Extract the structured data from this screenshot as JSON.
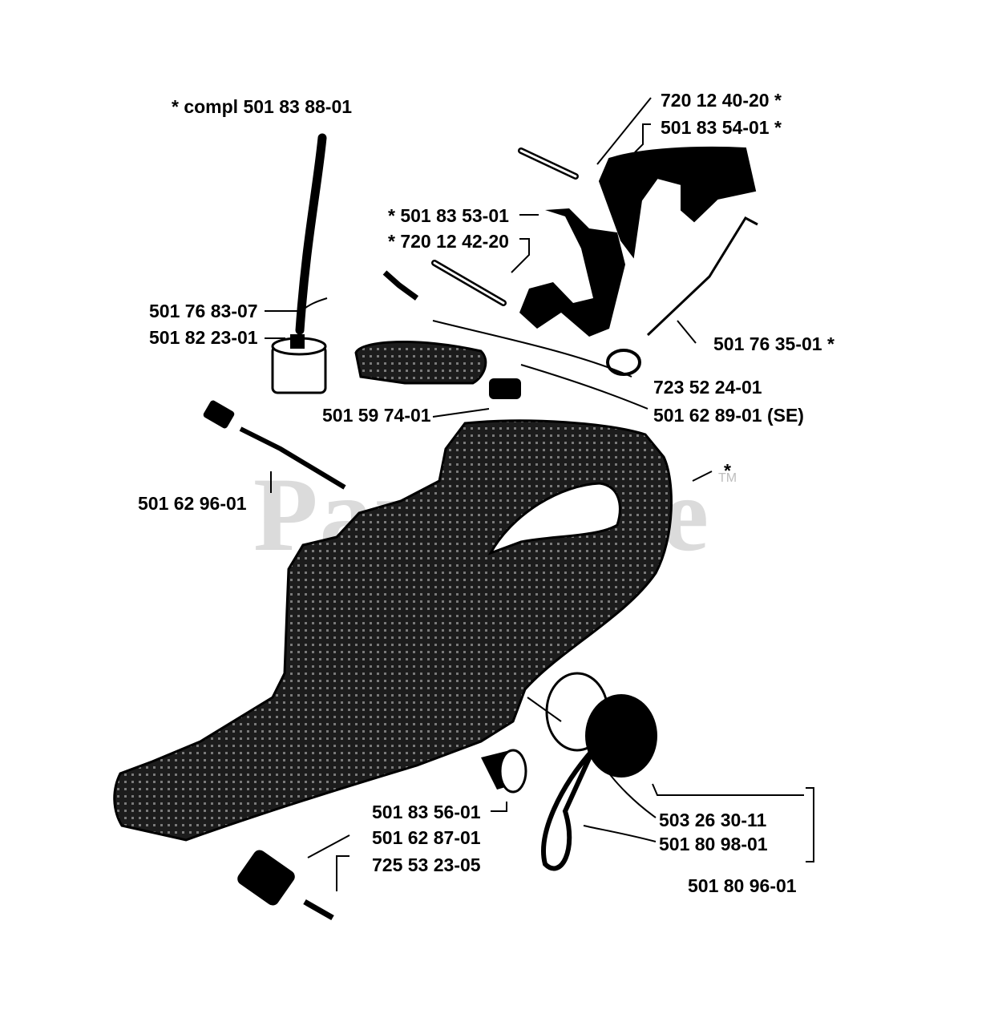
{
  "colors": {
    "ink": "#000000",
    "watermark": "#cfcfcf",
    "background": "#ffffff"
  },
  "watermark": {
    "text": "PartsTree",
    "trademark": "TM"
  },
  "labels": {
    "compl": "*  compl 501 83 88-01",
    "p720_12_40_20": "720 12 40-20  *",
    "p501_83_54_01": "501 83 54-01  *",
    "p501_83_53_01": "*  501 83 53-01",
    "p720_12_42_20": "*  720 12 42-20",
    "p501_76_83_07": "501 76 83-07",
    "p501_82_23_01": "501 82 23-01",
    "p501_76_35_01": "501 76 35-01  *",
    "p723_52_24_01": "723 52 24-01",
    "p501_59_74_01": "501 59 74-01",
    "p501_62_89_01": "501 62 89-01 (SE)",
    "p501_62_96_01": "501 62 96-01",
    "star": "*",
    "p501_83_56_01": "501 83 56-01",
    "p501_62_87_01": "501 62 87-01",
    "p725_53_23_05": "725 53 23-05",
    "p503_26_30_11": "503 26 30-11",
    "p501_80_98_01": "501 80 98-01",
    "p501_80_96_01": "501 80 96-01"
  }
}
